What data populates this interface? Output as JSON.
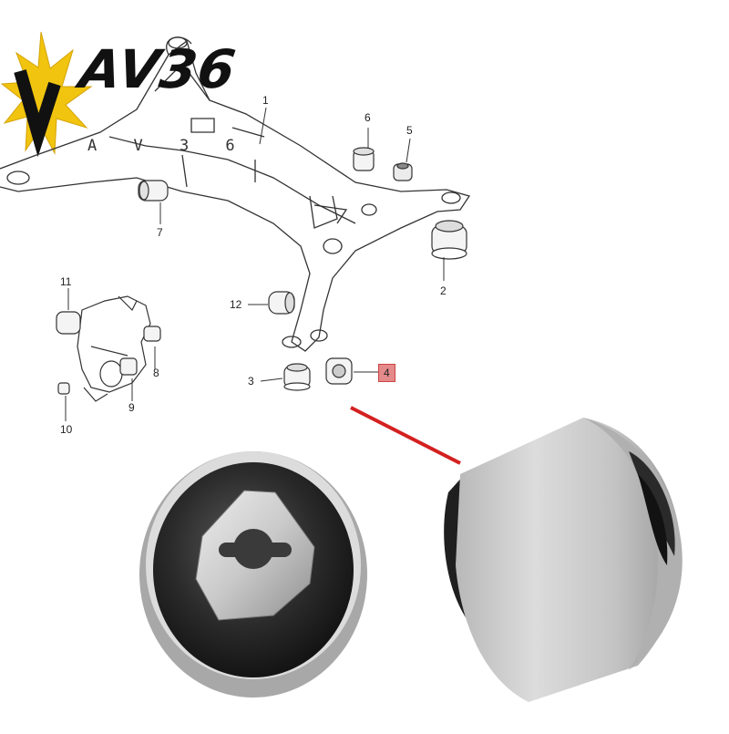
{
  "logo": {
    "mark": "AV36",
    "sub": "A V 3 6"
  },
  "callouts": [
    {
      "id": "c1",
      "text": "1"
    },
    {
      "id": "c2",
      "text": "2"
    },
    {
      "id": "c3",
      "text": "3"
    },
    {
      "id": "c4",
      "text": "4"
    },
    {
      "id": "c5",
      "text": "5"
    },
    {
      "id": "c6",
      "text": "6"
    },
    {
      "id": "c7",
      "text": "7"
    },
    {
      "id": "c8",
      "text": "8"
    },
    {
      "id": "c9",
      "text": "9"
    },
    {
      "id": "c10",
      "text": "10"
    },
    {
      "id": "c11",
      "text": "11"
    },
    {
      "id": "c12",
      "text": "12"
    }
  ],
  "colors": {
    "highlight": "#e58a8a",
    "arrow": "#d42020",
    "line": "#333333"
  }
}
